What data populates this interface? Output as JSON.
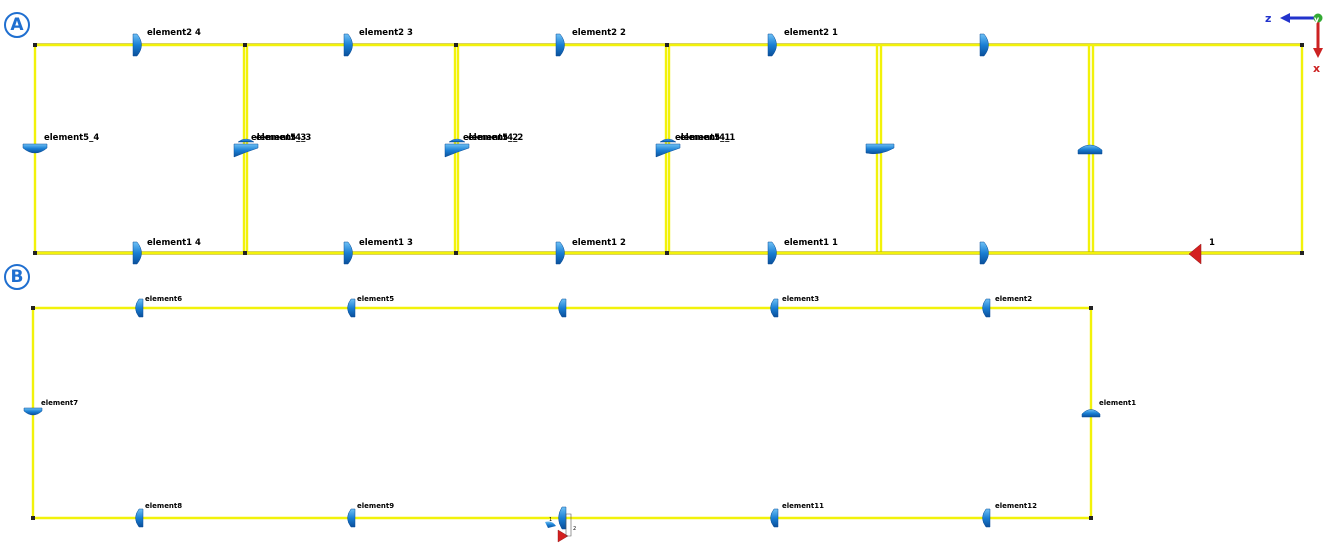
{
  "panels": {
    "a": "A",
    "b": "B"
  },
  "axes": {
    "z": "z",
    "y": "y",
    "x": "x"
  },
  "panel_a_labels": {
    "e24": "element2 4",
    "e23": "element2 3",
    "e22": "element2 2",
    "e21": "element2 1",
    "e54": "element5_4",
    "e53": "element5_3",
    "e43": "element4_3",
    "e52": "element5_2",
    "e42": "element4_2",
    "e51": "element5_1",
    "e41": "element4_1",
    "e14": "element1 4",
    "e13": "element1 3",
    "e12": "element1 2",
    "e11": "element1 1",
    "port": "1"
  },
  "panel_b_labels": {
    "e6": "element6",
    "e5": "element5",
    "e3": "element3",
    "e2": "element2",
    "e7": "element7",
    "e1": "element1",
    "e8": "element8",
    "e9": "element9",
    "e11": "element11",
    "e12": "element12",
    "p1": "1",
    "p2": "2"
  },
  "colors": {
    "wire": "#f2f20a",
    "wire_edge": "#b3a900",
    "element": "#1a7fd4",
    "element_dark": "#0a4f9a",
    "port": "#d42020",
    "axis_z": "#2233cc",
    "axis_x": "#cc2222",
    "axis_y": "#33aa33",
    "badge": "#1f6fd0"
  }
}
